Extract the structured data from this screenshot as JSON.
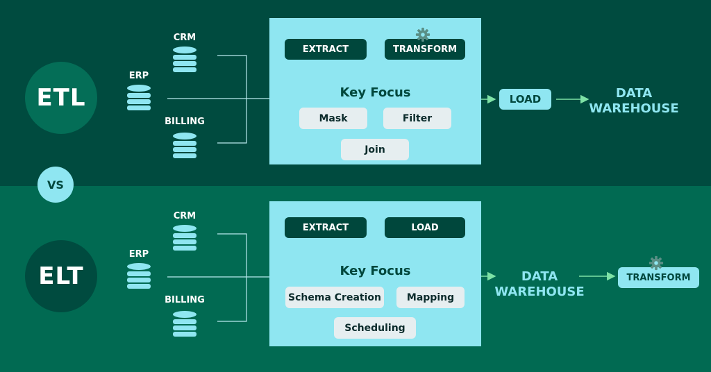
{
  "etl": {
    "name": "ETL",
    "sources": {
      "crm": "CRM",
      "erp": "ERP",
      "billing": "BILLING"
    },
    "stage1": "EXTRACT",
    "stage2": "TRANSFORM",
    "focus_title": "Key Focus",
    "focus_items": [
      "Mask",
      "Filter",
      "Join"
    ],
    "load": "LOAD",
    "warehouse_line1": "DATA",
    "warehouse_line2": "WAREHOUSE"
  },
  "vs": "VS",
  "elt": {
    "name": "ELT",
    "sources": {
      "crm": "CRM",
      "erp": "ERP",
      "billing": "BILLING"
    },
    "stage1": "EXTRACT",
    "stage2": "LOAD",
    "focus_title": "Key Focus",
    "focus_items": [
      "Schema Creation",
      "Mapping",
      "Scheduling"
    ],
    "warehouse_line1": "DATA",
    "warehouse_line2": "WAREHOUSE",
    "transform": "TRANSFORM"
  },
  "colors": {
    "top_band": "#004b3f",
    "bottom_band": "#016a52",
    "panel": "#8fe6f1",
    "dark_pill": "#00473c",
    "chip": "#e6eef0",
    "arrow": "#7ee2a6",
    "gear": "#5a8f86"
  },
  "icons": {
    "database": "database-icon",
    "gear": "gear-icon",
    "arrow": "arrow-right-icon"
  }
}
